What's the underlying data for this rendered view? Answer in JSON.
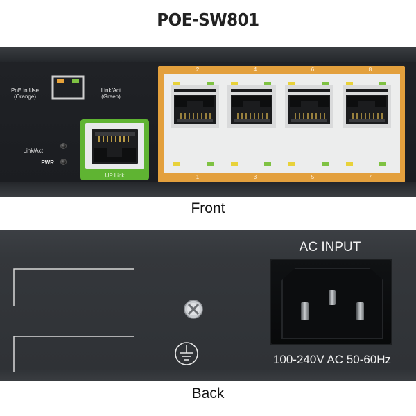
{
  "header": {
    "title": "POE-SW801"
  },
  "front": {
    "caption": "Front",
    "led_legend": {
      "poe_label_line1": "PoE in Use",
      "poe_label_line2": "(Orange)",
      "link_label_line1": "Link/Act",
      "link_label_line2": "(Green)"
    },
    "uplink_indicators": {
      "link_act_label": "Link/Act",
      "pwr_label": "PWR"
    },
    "uplink_port_label": "UP Link",
    "top_port_numbers": [
      "2",
      "4",
      "6",
      "8"
    ],
    "bottom_port_numbers": [
      "1",
      "3",
      "5",
      "7"
    ],
    "colors": {
      "poe_orange": "#e3a03d",
      "uplink_green": "#5fb432",
      "led_yellow": "#e8d23a",
      "led_green": "#7fc243"
    }
  },
  "back": {
    "caption": "Back",
    "ac_input_label": "AC INPUT",
    "ac_spec": "100-240V AC 50-60Hz",
    "icons": [
      "screw-icon",
      "ground-symbol-icon"
    ]
  }
}
